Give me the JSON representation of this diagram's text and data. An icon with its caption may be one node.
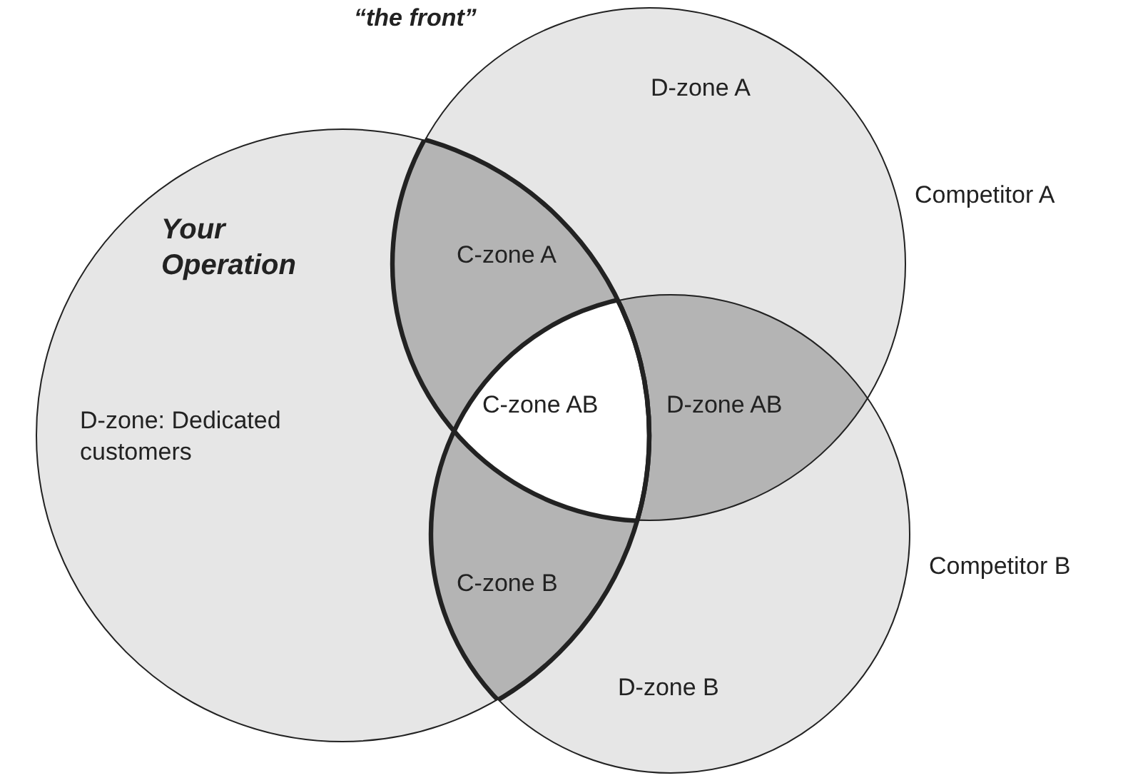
{
  "diagram": {
    "nodes": [
      {
        "text": [
          "Your Operation",
          "D-zone: Dedicated customers"
        ]
      },
      {
        "text": [
          "D-zone A"
        ],
        "beside": [
          "Competitor A"
        ]
      },
      {
        "text": [
          "D-zone B"
        ],
        "beside": [
          "Competitor B"
        ]
      },
      {
        "text": [
          "C-zone A"
        ]
      },
      {
        "text": [
          "C-zone AB"
        ]
      },
      {
        "text": [
          "D-zone AB"
        ]
      },
      {
        "text": [
          "C-zone B"
        ]
      }
    ],
    "labels": [
      "“the front”"
    ]
  }
}
